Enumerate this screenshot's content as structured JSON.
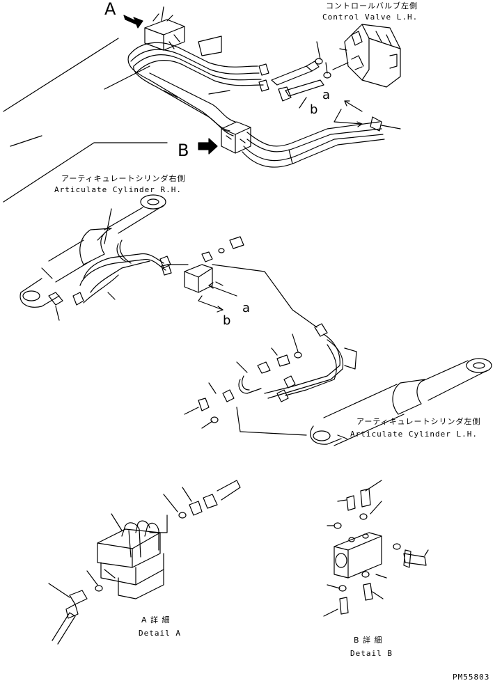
{
  "callouts": {
    "A": "A",
    "B": "B",
    "a_top": "a",
    "b_top": "b",
    "a_mid": "a",
    "b_mid": "b"
  },
  "labels": {
    "control_valve_jp": "コントロールバルブ左側",
    "control_valve_en": "Control Valve L.H.",
    "cyl_rh_jp": "アーティキュレートシリンダ右側",
    "cyl_rh_en": "Articulate Cylinder R.H.",
    "cyl_lh_jp": "アーティキュレートシリンダ左側",
    "cyl_lh_en": "Articulate Cylinder L.H.",
    "detail_a_jp": "A 詳 細",
    "detail_a_en": "Detail A",
    "detail_b_jp": "B 詳 細",
    "detail_b_en": "Detail B",
    "drawing_no": "PM55803"
  },
  "colors": {
    "line": "#000000",
    "background": "#ffffff"
  }
}
